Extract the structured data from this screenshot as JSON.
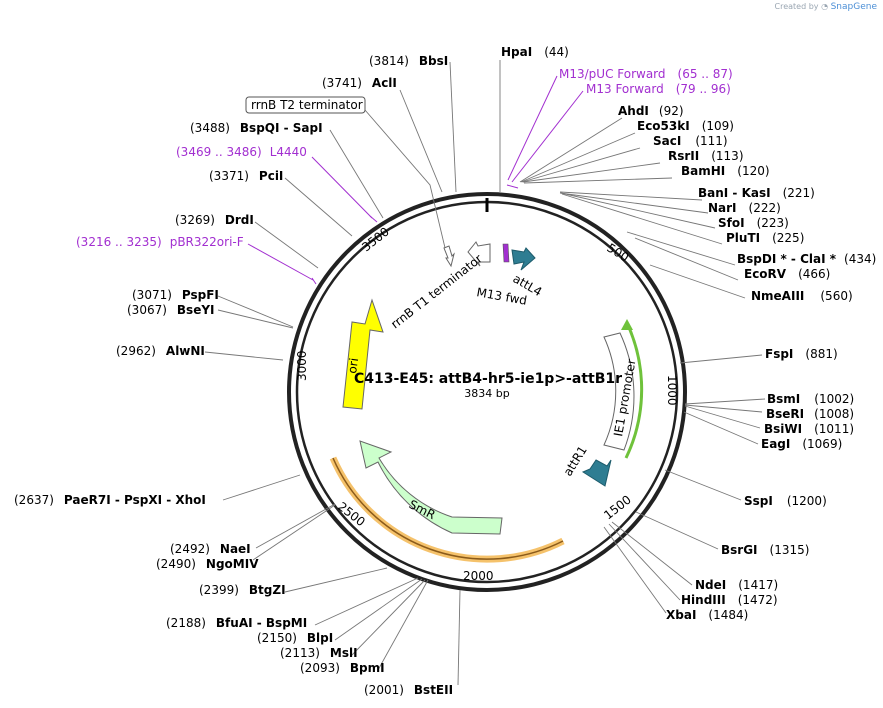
{
  "credit": {
    "prefix": "Created by",
    "brand": "SnapGene"
  },
  "plasmid": {
    "name": "C413-E45: attB4-hr5-ie1p>-attB1r",
    "length": "3834 bp"
  },
  "ticks": [
    "500",
    "1000",
    "1500",
    "2000",
    "2500",
    "3000",
    "3500"
  ],
  "sites": [
    {
      "name": "HpaI",
      "pos": "(44)"
    },
    {
      "name": "AhdI",
      "pos": "(92)"
    },
    {
      "name": "Eco53kI",
      "pos": "(109)"
    },
    {
      "name": "SacI",
      "pos": "(111)"
    },
    {
      "name": "RsrII",
      "pos": "(113)"
    },
    {
      "name": "BamHI",
      "pos": "(120)"
    },
    {
      "name": "BanI  -  KasI",
      "pos": "(221)"
    },
    {
      "name": "NarI",
      "pos": "(222)"
    },
    {
      "name": "SfoI",
      "pos": "(223)"
    },
    {
      "name": "PluTI",
      "pos": "(225)"
    },
    {
      "name": "BspDI *  -  ClaI *",
      "pos": "(434)"
    },
    {
      "name": "EcoRV",
      "pos": "(466)"
    },
    {
      "name": "NmeAIII",
      "pos": "(560)"
    },
    {
      "name": "FspI",
      "pos": "(881)"
    },
    {
      "name": "BsmI",
      "pos": "(1002)"
    },
    {
      "name": "BseRI",
      "pos": "(1008)"
    },
    {
      "name": "BsiWI",
      "pos": "(1011)"
    },
    {
      "name": "EagI",
      "pos": "(1069)"
    },
    {
      "name": "SspI",
      "pos": "(1200)"
    },
    {
      "name": "BsrGI",
      "pos": "(1315)"
    },
    {
      "name": "NdeI",
      "pos": "(1417)"
    },
    {
      "name": "HindIII",
      "pos": "(1472)"
    },
    {
      "name": "XbaI",
      "pos": "(1484)"
    },
    {
      "name": "BstEII",
      "pos": "(2001)"
    },
    {
      "name": "BpmI",
      "pos": "(2093)"
    },
    {
      "name": "MslI",
      "pos": "(2113)"
    },
    {
      "name": "BlpI",
      "pos": "(2150)"
    },
    {
      "name": "BfuAI  -  BspMI",
      "pos": "(2188)"
    },
    {
      "name": "BtgZI",
      "pos": "(2399)"
    },
    {
      "name": "NgoMIV",
      "pos": "(2490)"
    },
    {
      "name": "NaeI",
      "pos": "(2492)"
    },
    {
      "name": "PaeR7I  -  PspXI  -  XhoI",
      "pos": "(2637)"
    },
    {
      "name": "AlwNI",
      "pos": "(2962)"
    },
    {
      "name": "BseYI",
      "pos": "(3067)"
    },
    {
      "name": "PspFI",
      "pos": "(3071)"
    },
    {
      "name": "DrdI",
      "pos": "(3269)"
    },
    {
      "name": "PciI",
      "pos": "(3371)"
    },
    {
      "name": "BspQI  -  SapI",
      "pos": "(3488)"
    },
    {
      "name": "AclI",
      "pos": "(3741)"
    },
    {
      "name": "BbsI",
      "pos": "(3814)"
    }
  ],
  "primers": [
    {
      "name": "M13/pUC Forward",
      "range": "(65 .. 87)"
    },
    {
      "name": "M13 Forward",
      "range": "(79 .. 96)"
    },
    {
      "name": "L4440",
      "range": "(3469 .. 3486)"
    },
    {
      "name": "pBR322ori-F",
      "range": "(3216 .. 3235)"
    }
  ],
  "features": {
    "ori": "ori",
    "smr": "SmR",
    "ie1": "IE1 promoter",
    "attR1": "attR1",
    "attL4": "attL4",
    "m13fwd": "M13 fwd",
    "rrnbT1": "rrnB T1 terminator",
    "rrnbT2": "rrnB T2 terminator"
  },
  "colors": {
    "ori": "#ffff00",
    "smr": "#ccffcc",
    "att": "#2e7d92",
    "ie1_track": "#6fc23b",
    "smr_track": "#f5c26b",
    "primer": "#a22fd0"
  }
}
